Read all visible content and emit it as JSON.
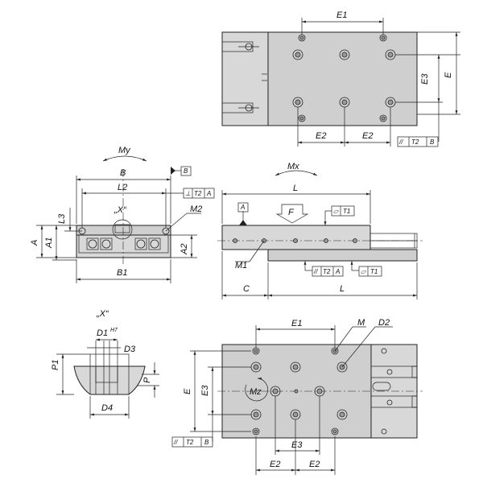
{
  "labels": {
    "E1_top": "E1",
    "E2_top_left": "E2",
    "E2_top_right": "E2",
    "E3_top": "E3",
    "E_top": "E",
    "tol_top": [
      "//",
      "T2",
      "B"
    ],
    "My": "My",
    "B": "B",
    "datum_B": "B",
    "L2": "L2",
    "tol_L2": [
      "⊥",
      "T2",
      "A"
    ],
    "L3": "L3",
    "X_detail": "„X“",
    "M2": "M2",
    "A": "A",
    "A1": "A1",
    "A2": "A2",
    "B1": "B1",
    "Mx": "Mx",
    "L_top": "L",
    "datum_A": "A",
    "F": "F",
    "tol_flat": [
      "▱",
      "T1"
    ],
    "M1": "M1",
    "tol_par": [
      "//",
      "T2",
      "A"
    ],
    "tol_flat2": [
      "▱",
      "T1"
    ],
    "C": "C",
    "L_bottom": "L",
    "X_title": "„X“",
    "D1": "D1",
    "H7": "H7",
    "D3": "D3",
    "P1": "P1",
    "P": "P",
    "D4": "D4",
    "E1_bottom": "E1",
    "M": "M",
    "D2": "D2",
    "E_bottom": "E",
    "E3_bottom_v": "E3",
    "Mz": "Mz",
    "tol_bottom": [
      "//",
      "T2",
      "B"
    ],
    "E3_bottom_h": "E3",
    "E2_bottom_left": "E2",
    "E2_bottom_right": "E2"
  }
}
